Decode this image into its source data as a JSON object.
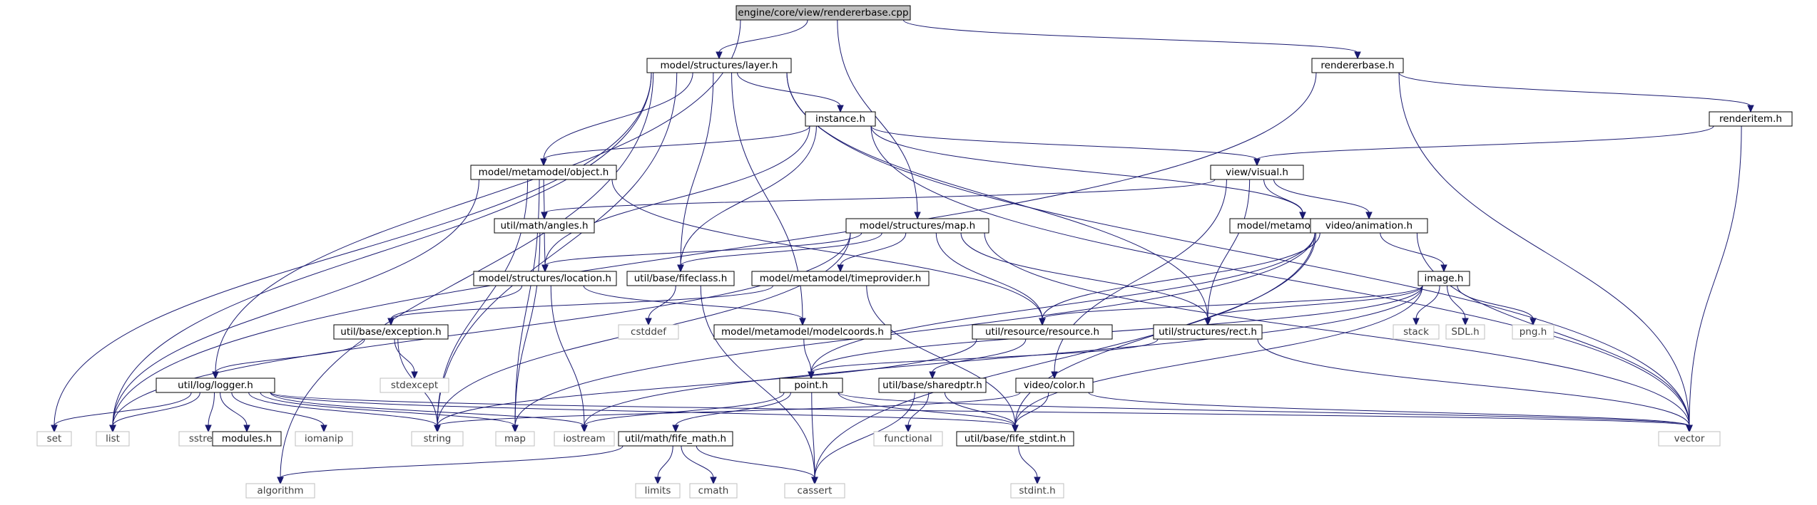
{
  "diagram": {
    "root": "engine/core/view/rendererbase.cpp",
    "colors": {
      "root_fill": "#bfbfbf",
      "root_stroke": "#000000",
      "internal_stroke": "#000000",
      "external_stroke": "#bfbfbf",
      "text_internal": "#000000",
      "text_external": "#3f3f3f",
      "edge": "#191970",
      "background": "#ffffff"
    },
    "nodes": [
      {
        "id": "root",
        "label": "engine/core/view/rendererbase.cpp",
        "kind": "root"
      },
      {
        "id": "layer",
        "label": "model/structures/layer.h",
        "kind": "internal"
      },
      {
        "id": "rendererbase",
        "label": "rendererbase.h",
        "kind": "internal"
      },
      {
        "id": "instance",
        "label": "instance.h",
        "kind": "internal"
      },
      {
        "id": "renderitem",
        "label": "renderitem.h",
        "kind": "internal"
      },
      {
        "id": "object",
        "label": "model/metamodel/object.h",
        "kind": "internal"
      },
      {
        "id": "visual",
        "label": "view/visual.h",
        "kind": "internal"
      },
      {
        "id": "angles",
        "label": "util/math/angles.h",
        "kind": "internal"
      },
      {
        "id": "map",
        "label": "model/structures/map.h",
        "kind": "internal"
      },
      {
        "id": "ivisual",
        "label": "model/metamodel/ivisual.h",
        "kind": "internal"
      },
      {
        "id": "animation",
        "label": "video/animation.h",
        "kind": "internal"
      },
      {
        "id": "location",
        "label": "model/structures/location.h",
        "kind": "internal"
      },
      {
        "id": "fifeclass",
        "label": "util/base/fifeclass.h",
        "kind": "internal"
      },
      {
        "id": "timeprovider",
        "label": "model/metamodel/timeprovider.h",
        "kind": "internal"
      },
      {
        "id": "image",
        "label": "image.h",
        "kind": "internal"
      },
      {
        "id": "cstddef",
        "label": "cstddef",
        "kind": "external"
      },
      {
        "id": "exception",
        "label": "util/base/exception.h",
        "kind": "internal"
      },
      {
        "id": "modelcoords",
        "label": "model/metamodel/modelcoords.h",
        "kind": "internal"
      },
      {
        "id": "resource",
        "label": "util/resource/resource.h",
        "kind": "internal"
      },
      {
        "id": "rect",
        "label": "util/structures/rect.h",
        "kind": "internal"
      },
      {
        "id": "stack",
        "label": "stack",
        "kind": "external"
      },
      {
        "id": "sdl",
        "label": "SDL.h",
        "kind": "external"
      },
      {
        "id": "png",
        "label": "png.h",
        "kind": "external"
      },
      {
        "id": "stdexcept",
        "label": "stdexcept",
        "kind": "external"
      },
      {
        "id": "logger",
        "label": "util/log/logger.h",
        "kind": "internal"
      },
      {
        "id": "point",
        "label": "point.h",
        "kind": "internal"
      },
      {
        "id": "sharedptr",
        "label": "util/base/sharedptr.h",
        "kind": "internal"
      },
      {
        "id": "color",
        "label": "video/color.h",
        "kind": "internal"
      },
      {
        "id": "set",
        "label": "set",
        "kind": "external"
      },
      {
        "id": "list",
        "label": "list",
        "kind": "external"
      },
      {
        "id": "sstream",
        "label": "sstream",
        "kind": "external"
      },
      {
        "id": "modules",
        "label": "modules.h",
        "kind": "internal"
      },
      {
        "id": "iomanip",
        "label": "iomanip",
        "kind": "external"
      },
      {
        "id": "string",
        "label": "string",
        "kind": "external"
      },
      {
        "id": "mapstd",
        "label": "map",
        "kind": "external"
      },
      {
        "id": "iostream",
        "label": "iostream",
        "kind": "external"
      },
      {
        "id": "functional",
        "label": "functional",
        "kind": "external"
      },
      {
        "id": "fifestdint",
        "label": "util/base/fife_stdint.h",
        "kind": "internal"
      },
      {
        "id": "vector",
        "label": "vector",
        "kind": "external"
      },
      {
        "id": "fifemath",
        "label": "util/math/fife_math.h",
        "kind": "internal"
      },
      {
        "id": "limits",
        "label": "limits",
        "kind": "external"
      },
      {
        "id": "cmath",
        "label": "cmath",
        "kind": "external"
      },
      {
        "id": "cassert",
        "label": "cassert",
        "kind": "external"
      },
      {
        "id": "stdint",
        "label": "stdint.h",
        "kind": "external"
      },
      {
        "id": "algorithm",
        "label": "algorithm",
        "kind": "external"
      }
    ],
    "edges": [
      [
        "root",
        "layer"
      ],
      [
        "root",
        "rendererbase"
      ],
      [
        "root",
        "map"
      ],
      [
        "root",
        "logger"
      ],
      [
        "layer",
        "instance"
      ],
      [
        "layer",
        "object"
      ],
      [
        "layer",
        "fifeclass"
      ],
      [
        "layer",
        "modelcoords"
      ],
      [
        "layer",
        "rect"
      ],
      [
        "layer",
        "string"
      ],
      [
        "layer",
        "set"
      ],
      [
        "layer",
        "list"
      ],
      [
        "layer",
        "vector"
      ],
      [
        "layer",
        "algorithm"
      ],
      [
        "rendererbase",
        "renderitem"
      ],
      [
        "rendererbase",
        "list"
      ],
      [
        "rendererbase",
        "vector"
      ],
      [
        "instance",
        "object"
      ],
      [
        "instance",
        "visual"
      ],
      [
        "instance",
        "ivisual"
      ],
      [
        "instance",
        "location"
      ],
      [
        "instance",
        "fifeclass"
      ],
      [
        "instance",
        "vector"
      ],
      [
        "renderitem",
        "visual"
      ],
      [
        "renderitem",
        "vector"
      ],
      [
        "object",
        "angles"
      ],
      [
        "object",
        "resource"
      ],
      [
        "object",
        "string"
      ],
      [
        "object",
        "mapstd"
      ],
      [
        "object",
        "list"
      ],
      [
        "visual",
        "angles"
      ],
      [
        "visual",
        "ivisual"
      ],
      [
        "visual",
        "animation"
      ],
      [
        "visual",
        "rect"
      ],
      [
        "visual",
        "color"
      ],
      [
        "angles",
        "location"
      ],
      [
        "angles",
        "mapstd"
      ],
      [
        "map",
        "location"
      ],
      [
        "map",
        "fifeclass"
      ],
      [
        "map",
        "timeprovider"
      ],
      [
        "map",
        "resource"
      ],
      [
        "map",
        "rect"
      ],
      [
        "map",
        "list"
      ],
      [
        "map",
        "string"
      ],
      [
        "map",
        "vector"
      ],
      [
        "animation",
        "image"
      ],
      [
        "animation",
        "resource"
      ],
      [
        "animation",
        "fifestdint"
      ],
      [
        "animation",
        "point"
      ],
      [
        "animation",
        "cassert"
      ],
      [
        "animation",
        "mapstd"
      ],
      [
        "animation",
        "vector"
      ],
      [
        "location",
        "exception"
      ],
      [
        "location",
        "modelcoords"
      ],
      [
        "location",
        "iostream"
      ],
      [
        "fifeclass",
        "cstddef"
      ],
      [
        "fifeclass",
        "cassert"
      ],
      [
        "timeprovider",
        "exception"
      ],
      [
        "timeprovider",
        "fifestdint"
      ],
      [
        "image",
        "stack"
      ],
      [
        "image",
        "sdl"
      ],
      [
        "image",
        "png"
      ],
      [
        "image",
        "resource"
      ],
      [
        "image",
        "rect"
      ],
      [
        "image",
        "point"
      ],
      [
        "image",
        "fifestdint"
      ],
      [
        "image",
        "iostream"
      ],
      [
        "exception",
        "stdexcept"
      ],
      [
        "exception",
        "logger"
      ],
      [
        "exception",
        "string"
      ],
      [
        "modelcoords",
        "point"
      ],
      [
        "resource",
        "sharedptr"
      ],
      [
        "resource",
        "string"
      ],
      [
        "rect",
        "point"
      ],
      [
        "rect",
        "vector"
      ],
      [
        "logger",
        "set"
      ],
      [
        "logger",
        "list"
      ],
      [
        "logger",
        "sstream"
      ],
      [
        "logger",
        "modules"
      ],
      [
        "logger",
        "iomanip"
      ],
      [
        "logger",
        "string"
      ],
      [
        "logger",
        "mapstd"
      ],
      [
        "logger",
        "iostream"
      ],
      [
        "logger",
        "fifestdint"
      ],
      [
        "logger",
        "vector"
      ],
      [
        "point",
        "fifemath"
      ],
      [
        "point",
        "iostream"
      ],
      [
        "point",
        "cassert"
      ],
      [
        "point",
        "fifestdint"
      ],
      [
        "point",
        "vector"
      ],
      [
        "sharedptr",
        "functional"
      ],
      [
        "sharedptr",
        "fifestdint"
      ],
      [
        "sharedptr",
        "cassert"
      ],
      [
        "color",
        "fifestdint"
      ],
      [
        "color",
        "string"
      ],
      [
        "color",
        "vector"
      ],
      [
        "fifemath",
        "limits"
      ],
      [
        "fifemath",
        "cmath"
      ],
      [
        "fifemath",
        "cassert"
      ],
      [
        "fifemath",
        "algorithm"
      ],
      [
        "fifestdint",
        "stdint"
      ]
    ]
  }
}
